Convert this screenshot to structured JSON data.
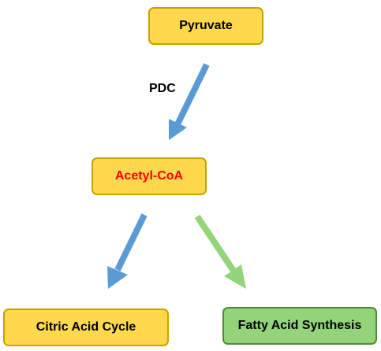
{
  "nodes": {
    "pyruvate": {
      "label": "Pyruvate"
    },
    "acetyl_coa": {
      "label": "Acetyl-CoA",
      "text_color": "#ff0000"
    },
    "citric_acid_cycle": {
      "label": "Citric Acid Cycle"
    },
    "fatty_acid_synthesis": {
      "label": "Fatty Acid Synthesis"
    }
  },
  "edges": [
    {
      "from": "Pyruvate",
      "to": "Acetyl-CoA",
      "label": "PDC",
      "color": "#5b9bd5"
    },
    {
      "from": "Acetyl-CoA",
      "to": "Citric Acid Cycle",
      "color": "#5b9bd5"
    },
    {
      "from": "Acetyl-CoA",
      "to": "Fatty Acid Synthesis",
      "color": "#93d37a"
    }
  ],
  "colors": {
    "node_fill": "#ffd84d",
    "node_border": "#c8a200",
    "green_fill": "#93d37a",
    "green_border": "#4f8a3a"
  }
}
